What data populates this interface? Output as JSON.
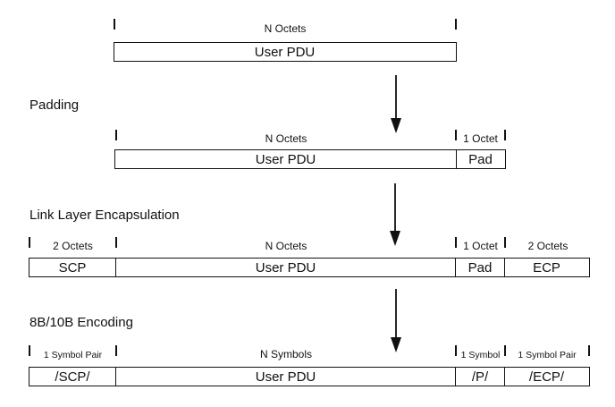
{
  "stages": [
    {
      "label": "",
      "fields": [
        {
          "size": "N Octets",
          "name": "User PDU"
        }
      ]
    },
    {
      "label": "Padding",
      "fields": [
        {
          "size": "N Octets",
          "name": "User PDU"
        },
        {
          "size": "1 Octet",
          "name": "Pad"
        }
      ]
    },
    {
      "label": "Link Layer Encapsulation",
      "fields": [
        {
          "size": "2 Octets",
          "name": "SCP"
        },
        {
          "size": "N Octets",
          "name": "User PDU"
        },
        {
          "size": "1 Octet",
          "name": "Pad"
        },
        {
          "size": "2 Octets",
          "name": "ECP"
        }
      ]
    },
    {
      "label": "8B/10B Encoding",
      "fields": [
        {
          "size": "1 Symbol Pair",
          "name": "/SCP/"
        },
        {
          "size": "N Symbols",
          "name": "User PDU"
        },
        {
          "size": "1 Symbol",
          "name": "/P/"
        },
        {
          "size": "1 Symbol Pair",
          "name": "/ECP/"
        }
      ]
    }
  ],
  "colors": {
    "stroke": "#111111",
    "background": "#ffffff"
  }
}
